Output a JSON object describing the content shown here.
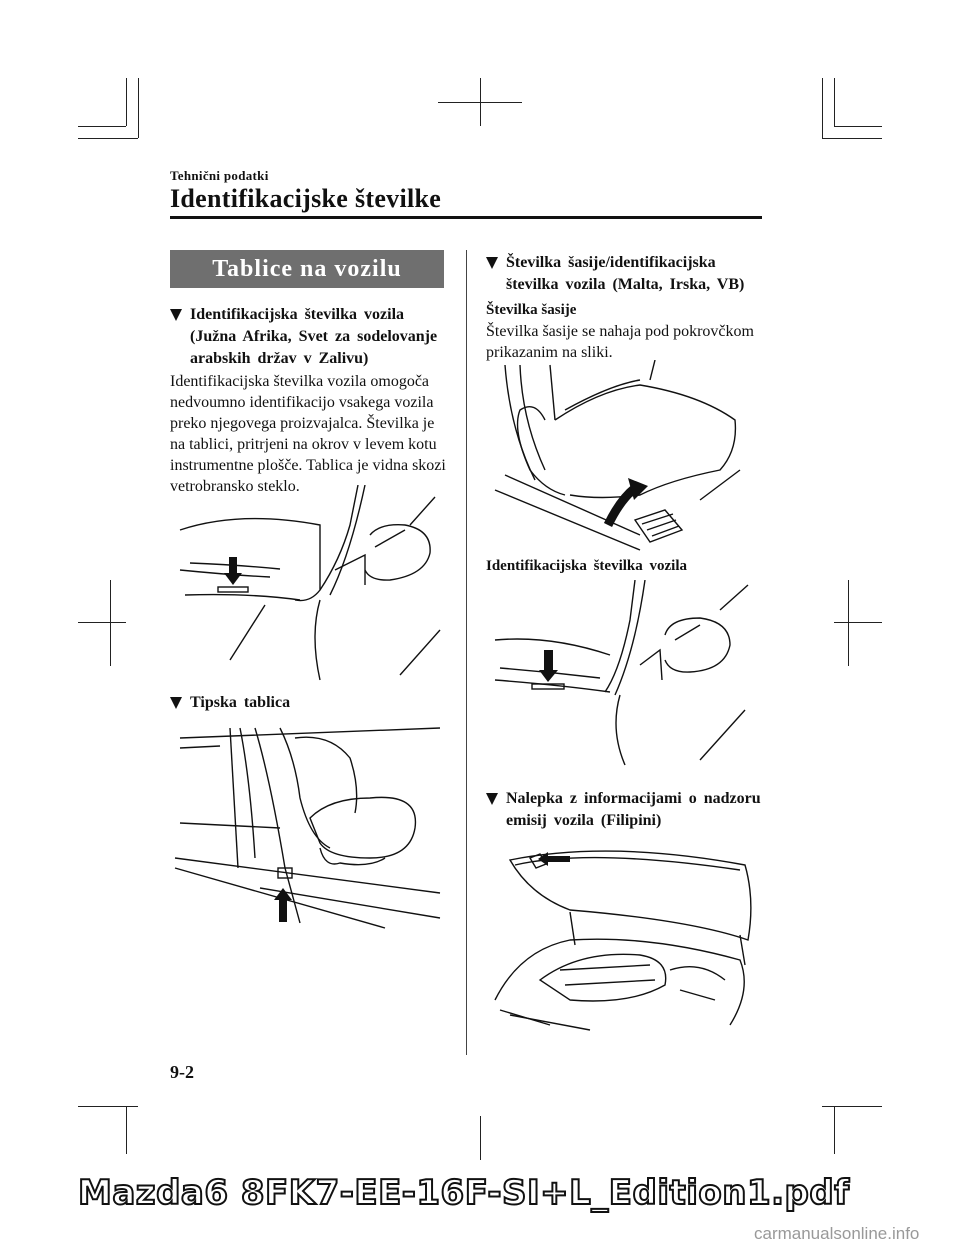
{
  "header": {
    "section_small": "Tehnični podatki",
    "section_title": "Identifikacijske številke"
  },
  "left": {
    "banner": "Tablice na vozilu",
    "heading1": [
      "Identifikacijska številka vozila",
      "(Južna Afrika, Svet za sodelovanje",
      "arabskih držav v Zalivu)"
    ],
    "paragraph1": [
      "Identifikacijska številka vozila omogoča",
      "nedvoumno identifikacijo vsakega vozila",
      "preko njegovega proizvajalca. Številka je",
      "na tablici, pritrjeni na okrov v levem kotu",
      "instrumentne plošče. Tablica je vidna skozi",
      "vetrobransko steklo."
    ],
    "heading2": "Tipska tablica"
  },
  "right": {
    "heading1": [
      "Številka šasije/identifikacijska",
      "številka vozila (Malta, Irska, VB)"
    ],
    "subheading": "Številka šasije",
    "paragraph1": [
      "Številka šasije se nahaja pod pokrovčkom",
      "prikazanim na sliki."
    ],
    "figure_label": "Identifikacijska številka vozila",
    "heading2": [
      "Nalepka z informacijami o nadzoru",
      "emisij vozila (Filipini)"
    ]
  },
  "page_number": "9-2",
  "footer": "Mazda6 8FK7-EE-16F-SI+L_Edition1.pdf",
  "watermark": "carmanualsonline.info"
}
